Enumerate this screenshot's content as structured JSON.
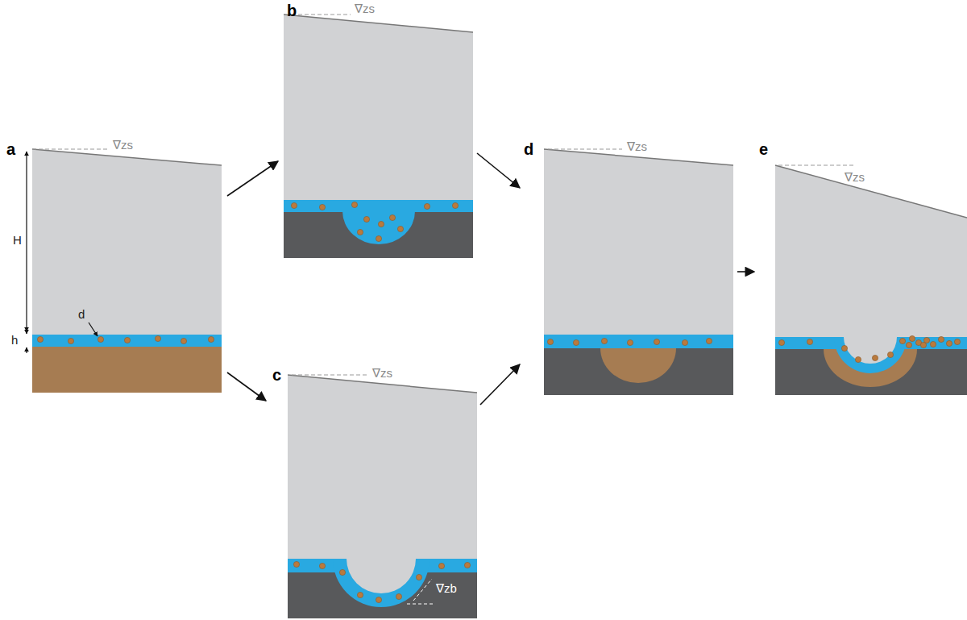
{
  "diagram": {
    "nodes": [
      {
        "text": [
          "a",
          "∇zs",
          "H",
          "h",
          "d"
        ]
      },
      {
        "text": [
          "b",
          "∇zs"
        ]
      },
      {
        "text": [
          "c",
          "∇zs",
          "∇zb"
        ]
      },
      {
        "text": [
          "d",
          "∇zs"
        ]
      },
      {
        "text": [
          "e",
          "∇zs"
        ]
      }
    ],
    "edges": [
      {
        "from": 0,
        "to": 1,
        "arrow": "to"
      },
      {
        "from": 0,
        "to": 2,
        "arrow": "to"
      },
      {
        "from": 1,
        "to": 3,
        "arrow": "to"
      },
      {
        "from": 2,
        "to": 3,
        "arrow": "to"
      },
      {
        "from": 3,
        "to": 4,
        "arrow": "to"
      }
    ]
  }
}
